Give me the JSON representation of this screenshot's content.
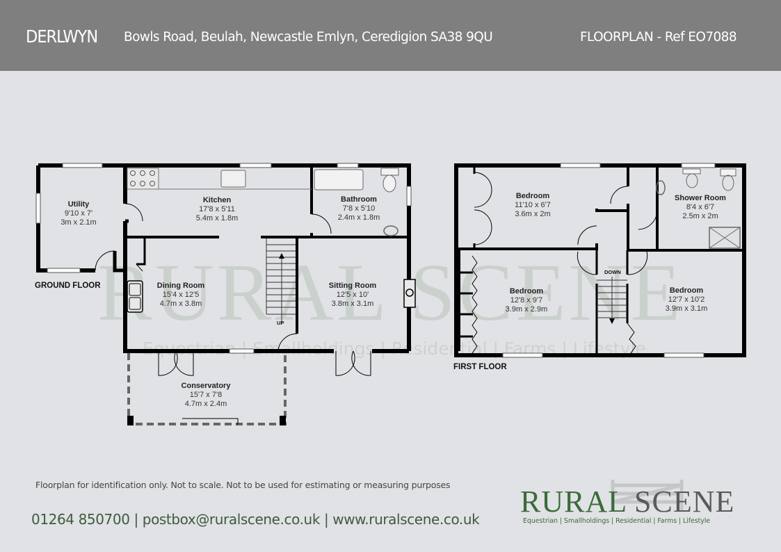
{
  "header": {
    "property_name": "DERLWYN",
    "address": "Bowls Road, Beulah, Newcastle Emlyn, Ceredigion SA38 9QU",
    "reference": "FLOORPLAN - Ref EO7088",
    "background": "#7f7f7f"
  },
  "watermark": {
    "brand": "RURAL SCENE",
    "tagline": "Equestrian | Smallholdings | Residential | Farms | Lifestyle"
  },
  "ground_floor": {
    "label": "GROUND FLOOR",
    "stairs_label": "UP",
    "rooms": [
      {
        "name": "Utility",
        "imperial": "9'10 x 7'",
        "metric": "3m x 2.1m"
      },
      {
        "name": "Kitchen",
        "imperial": "17'8 x 5'11",
        "metric": "5.4m x 1.8m"
      },
      {
        "name": "Bathroom",
        "imperial": "7'8 x 5'10",
        "metric": "2.4m x 1.8m"
      },
      {
        "name": "Dining Room",
        "imperial": "15'4 x 12'5",
        "metric": "4.7m x 3.8m"
      },
      {
        "name": "Sitting Room",
        "imperial": "12'5 x 10'",
        "metric": "3.8m x 3.1m"
      },
      {
        "name": "Conservatory",
        "imperial": "15'7 x 7'8",
        "metric": "4.7m x 2.4m"
      }
    ]
  },
  "first_floor": {
    "label": "FIRST FLOOR",
    "stairs_label": "DOWN",
    "rooms": [
      {
        "name": "Bedroom",
        "imperial": "11'10 x 6'7",
        "metric": "3.6m x 2m"
      },
      {
        "name": "Shower Room",
        "imperial": "8'4 x 6'7",
        "metric": "2.5m x 2m"
      },
      {
        "name": "Bedroom",
        "imperial": "12'8 x 9'7",
        "metric": "3.9m x 2.9m"
      },
      {
        "name": "Bedroom",
        "imperial": "12'7 x 10'2",
        "metric": "3.9m x 3.1m"
      }
    ]
  },
  "footer": {
    "disclaimer": "Floorplan for identification only. Not to scale. Not to be used for estimating or measuring purposes",
    "contact": "01264 850700 | postbox@ruralscene.co.uk | www.ruralscene.co.uk",
    "logo": {
      "word1": "RURAL",
      "word2": "SCENE",
      "tagline": "Equestrian | Smallholdings | Residential | Farms | Lifestyle",
      "green": "#3b6b3a",
      "grey": "#5a5a5a"
    }
  }
}
